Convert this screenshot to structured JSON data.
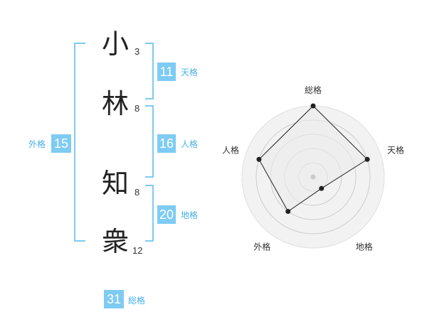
{
  "name_chars": [
    {
      "char": "小",
      "strokes": "3"
    },
    {
      "char": "林",
      "strokes": "8"
    },
    {
      "char": "知",
      "strokes": "8"
    },
    {
      "char": "衆",
      "strokes": "12"
    }
  ],
  "kakusu": {
    "tenkaku": {
      "value": "11",
      "label": "天格"
    },
    "jinkaku": {
      "value": "16",
      "label": "人格"
    },
    "chikaku": {
      "value": "20",
      "label": "地格"
    },
    "gaikaku": {
      "value": "15",
      "label": "外格"
    },
    "soukaku": {
      "value": "31",
      "label": "総格"
    }
  },
  "chart_data": {
    "type": "radar",
    "axes": [
      "総格",
      "天格",
      "地格",
      "外格",
      "人格"
    ],
    "values": [
      5,
      4,
      1,
      3,
      4
    ],
    "rlim": [
      0,
      5
    ],
    "rings": 5,
    "fill_color": "#f2f2f2",
    "line_color": "#222222",
    "ring_color": "#cccccc"
  }
}
